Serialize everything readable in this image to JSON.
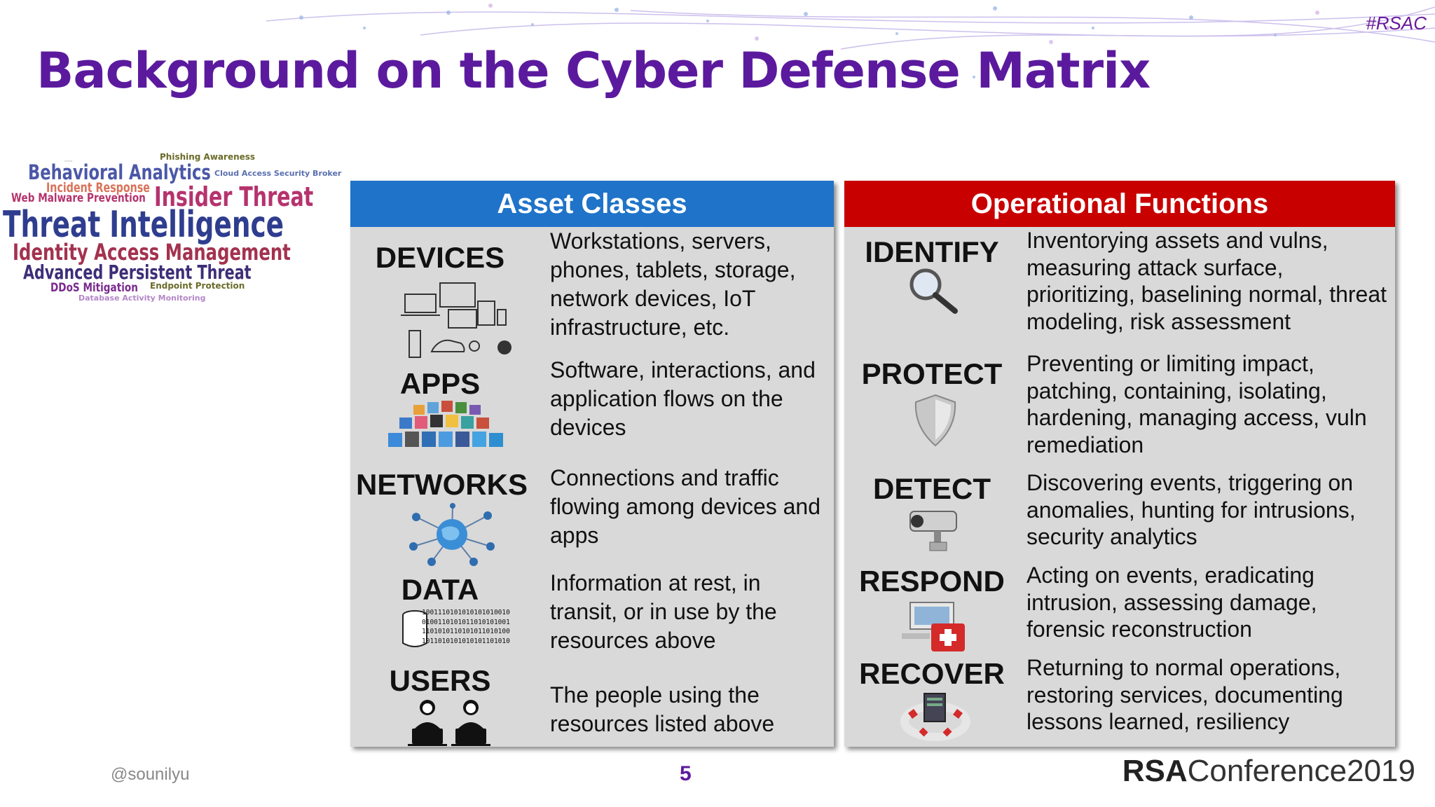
{
  "hashtag": "#RSAC",
  "title": "Background on the Cyber Defense Matrix",
  "word_cloud": {
    "phishing": "Phishing Awareness",
    "behavioral": "Behavioral Analytics",
    "casb": "Cloud Access Security Broker",
    "incident": "Incident Response",
    "web_malware": "Web Malware Prevention",
    "insider": "Insider Threat",
    "threat_intel": "Threat Intelligence",
    "iam": "Identity Access Management",
    "apt": "Advanced Persistent Threat",
    "ddos": "DDoS Mitigation",
    "endpoint": "Endpoint Protection",
    "dam": "Database Activity Monitoring"
  },
  "asset_classes": {
    "header": "Asset Classes",
    "rows": [
      {
        "label": "DEVICES",
        "desc": "Workstations, servers, phones, tablets, storage, network devices, IoT infrastructure, etc.",
        "icon": "devices-icon"
      },
      {
        "label": "APPS",
        "desc": "Software, interactions, and application flows on the devices",
        "icon": "apps-icon"
      },
      {
        "label": "NETWORKS",
        "desc": "Connections and traffic flowing among devices and apps",
        "icon": "network-globe-icon"
      },
      {
        "label": "DATA",
        "desc": "Information at rest, in transit, or in use by the resources above",
        "icon": "database-icon"
      },
      {
        "label": "USERS",
        "desc": "The people using the resources listed above",
        "icon": "users-icon"
      }
    ],
    "binary_lines": [
      "1001110101010101010010",
      "0100110101011010101001",
      "1101010110101011010100",
      "1011010101010101101010"
    ]
  },
  "operational_functions": {
    "header": "Operational Functions",
    "rows": [
      {
        "label": "IDENTIFY",
        "desc": "Inventorying assets and vulns, measuring attack surface, prioritizing, baselining normal, threat modeling, risk assessment",
        "icon": "magnifier-icon"
      },
      {
        "label": "PROTECT",
        "desc": "Preventing or limiting impact, patching, containing, isolating, hardening, managing access, vuln remediation",
        "icon": "shield-icon"
      },
      {
        "label": "DETECT",
        "desc": "Discovering events, triggering on anomalies, hunting for intrusions, security analytics",
        "icon": "camera-icon"
      },
      {
        "label": "RESPOND",
        "desc": "Acting on events, eradicating intrusion, assessing damage, forensic reconstruction",
        "icon": "first-aid-computer-icon"
      },
      {
        "label": "RECOVER",
        "desc": "Returning to normal operations, restoring services, documenting lessons learned, resiliency",
        "icon": "lifebuoy-icon"
      }
    ]
  },
  "footer": {
    "handle": "@sounilyu",
    "page": "5",
    "brand_bold": "RSA",
    "brand_rest": "Conference2019"
  },
  "colors": {
    "title": "#5b1a9e",
    "asset_header": "#1f73c9",
    "function_header": "#c80000",
    "panel_bg": "#d9d9d9"
  }
}
